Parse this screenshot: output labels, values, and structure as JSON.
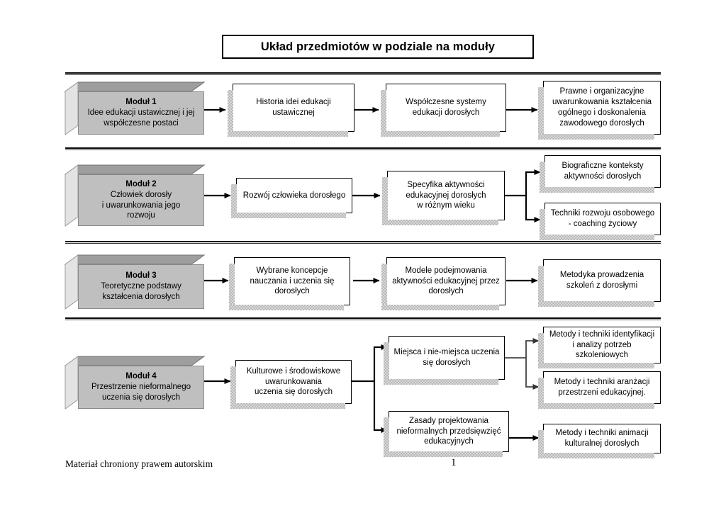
{
  "document": {
    "title": "Układ przedmiotów w podziale na moduły",
    "footer_note": "Materiał chroniony prawem autorskim",
    "page_number": "1"
  },
  "colors": {
    "module_front": "#bfbfbf",
    "module_top": "#9e9e9e",
    "module_side": "#e3e3e3",
    "box_fill": "#ffffff",
    "box_border": "#000000",
    "shadow": "#d9d9d9",
    "rule": "#0a0a0a"
  },
  "rows": [
    {
      "id": "row-1",
      "module": {
        "title": "Moduł 1",
        "desc": "Idee edukacji ustawicznej i jej\nwspółczesne postaci"
      },
      "boxes": [
        {
          "id": "r1-b1",
          "text": "Historia idei edukacji\nustawicznej"
        },
        {
          "id": "r1-b2",
          "text": "Współczesne systemy\nedukacji dorosłych"
        },
        {
          "id": "r1-b3",
          "text": "Prawne i organizacyjne\nuwarunkowania kształcenia\nogólnego i doskonalenia\nzawodowego dorosłych"
        }
      ]
    },
    {
      "id": "row-2",
      "module": {
        "title": "Moduł 2",
        "desc": "Człowiek dorosły\ni uwarunkowania jego\nrozwoju"
      },
      "boxes": [
        {
          "id": "r2-b1",
          "text": "Rozwój człowieka dorosłego"
        },
        {
          "id": "r2-b2",
          "text": "Specyfika aktywności\nedukacyjnej dorosłych\nw różnym wieku"
        },
        {
          "id": "r2-b3",
          "text": "Biograficzne konteksty\naktywności dorosłych"
        },
        {
          "id": "r2-b4",
          "text": "Techniki rozwoju osobowego\n- coaching życiowy"
        }
      ]
    },
    {
      "id": "row-3",
      "module": {
        "title": "Moduł 3",
        "desc": "Teoretyczne podstawy\nkształcenia dorosłych"
      },
      "boxes": [
        {
          "id": "r3-b1",
          "text": "Wybrane koncepcje\nnauczania i uczenia się\ndorosłych"
        },
        {
          "id": "r3-b2",
          "text": "Modele podejmowania\naktywności edukacyjnej przez\ndorosłych"
        },
        {
          "id": "r3-b3",
          "text": "Metodyka prowadzenia\nszkoleń z dorosłymi"
        }
      ]
    },
    {
      "id": "row-4",
      "module": {
        "title": "Moduł 4",
        "desc": "Przestrzenie  nieformalnego\nuczenia się dorosłych"
      },
      "boxes": [
        {
          "id": "r4-b1",
          "text": "Kulturowe i środowiskowe\nuwarunkowania\nuczenia się dorosłych"
        },
        {
          "id": "r4-b2",
          "text": "Miejsca i nie-miejsca uczenia\nsię dorosłych"
        },
        {
          "id": "r4-b3",
          "text": "Zasady projektowania\nnieformalnych przedsięwzięć\nedukacyjnych"
        },
        {
          "id": "r4-b4",
          "text": "Metody i techniki identyfikacji\ni analizy potrzeb\nszkoleniowych"
        },
        {
          "id": "r4-b5",
          "text": "Metody i techniki aranżacji\nprzestrzeni edukacyjnej."
        },
        {
          "id": "r4-b6",
          "text": "Metody i techniki animacji\nkulturalnej dorosłych"
        }
      ]
    }
  ]
}
